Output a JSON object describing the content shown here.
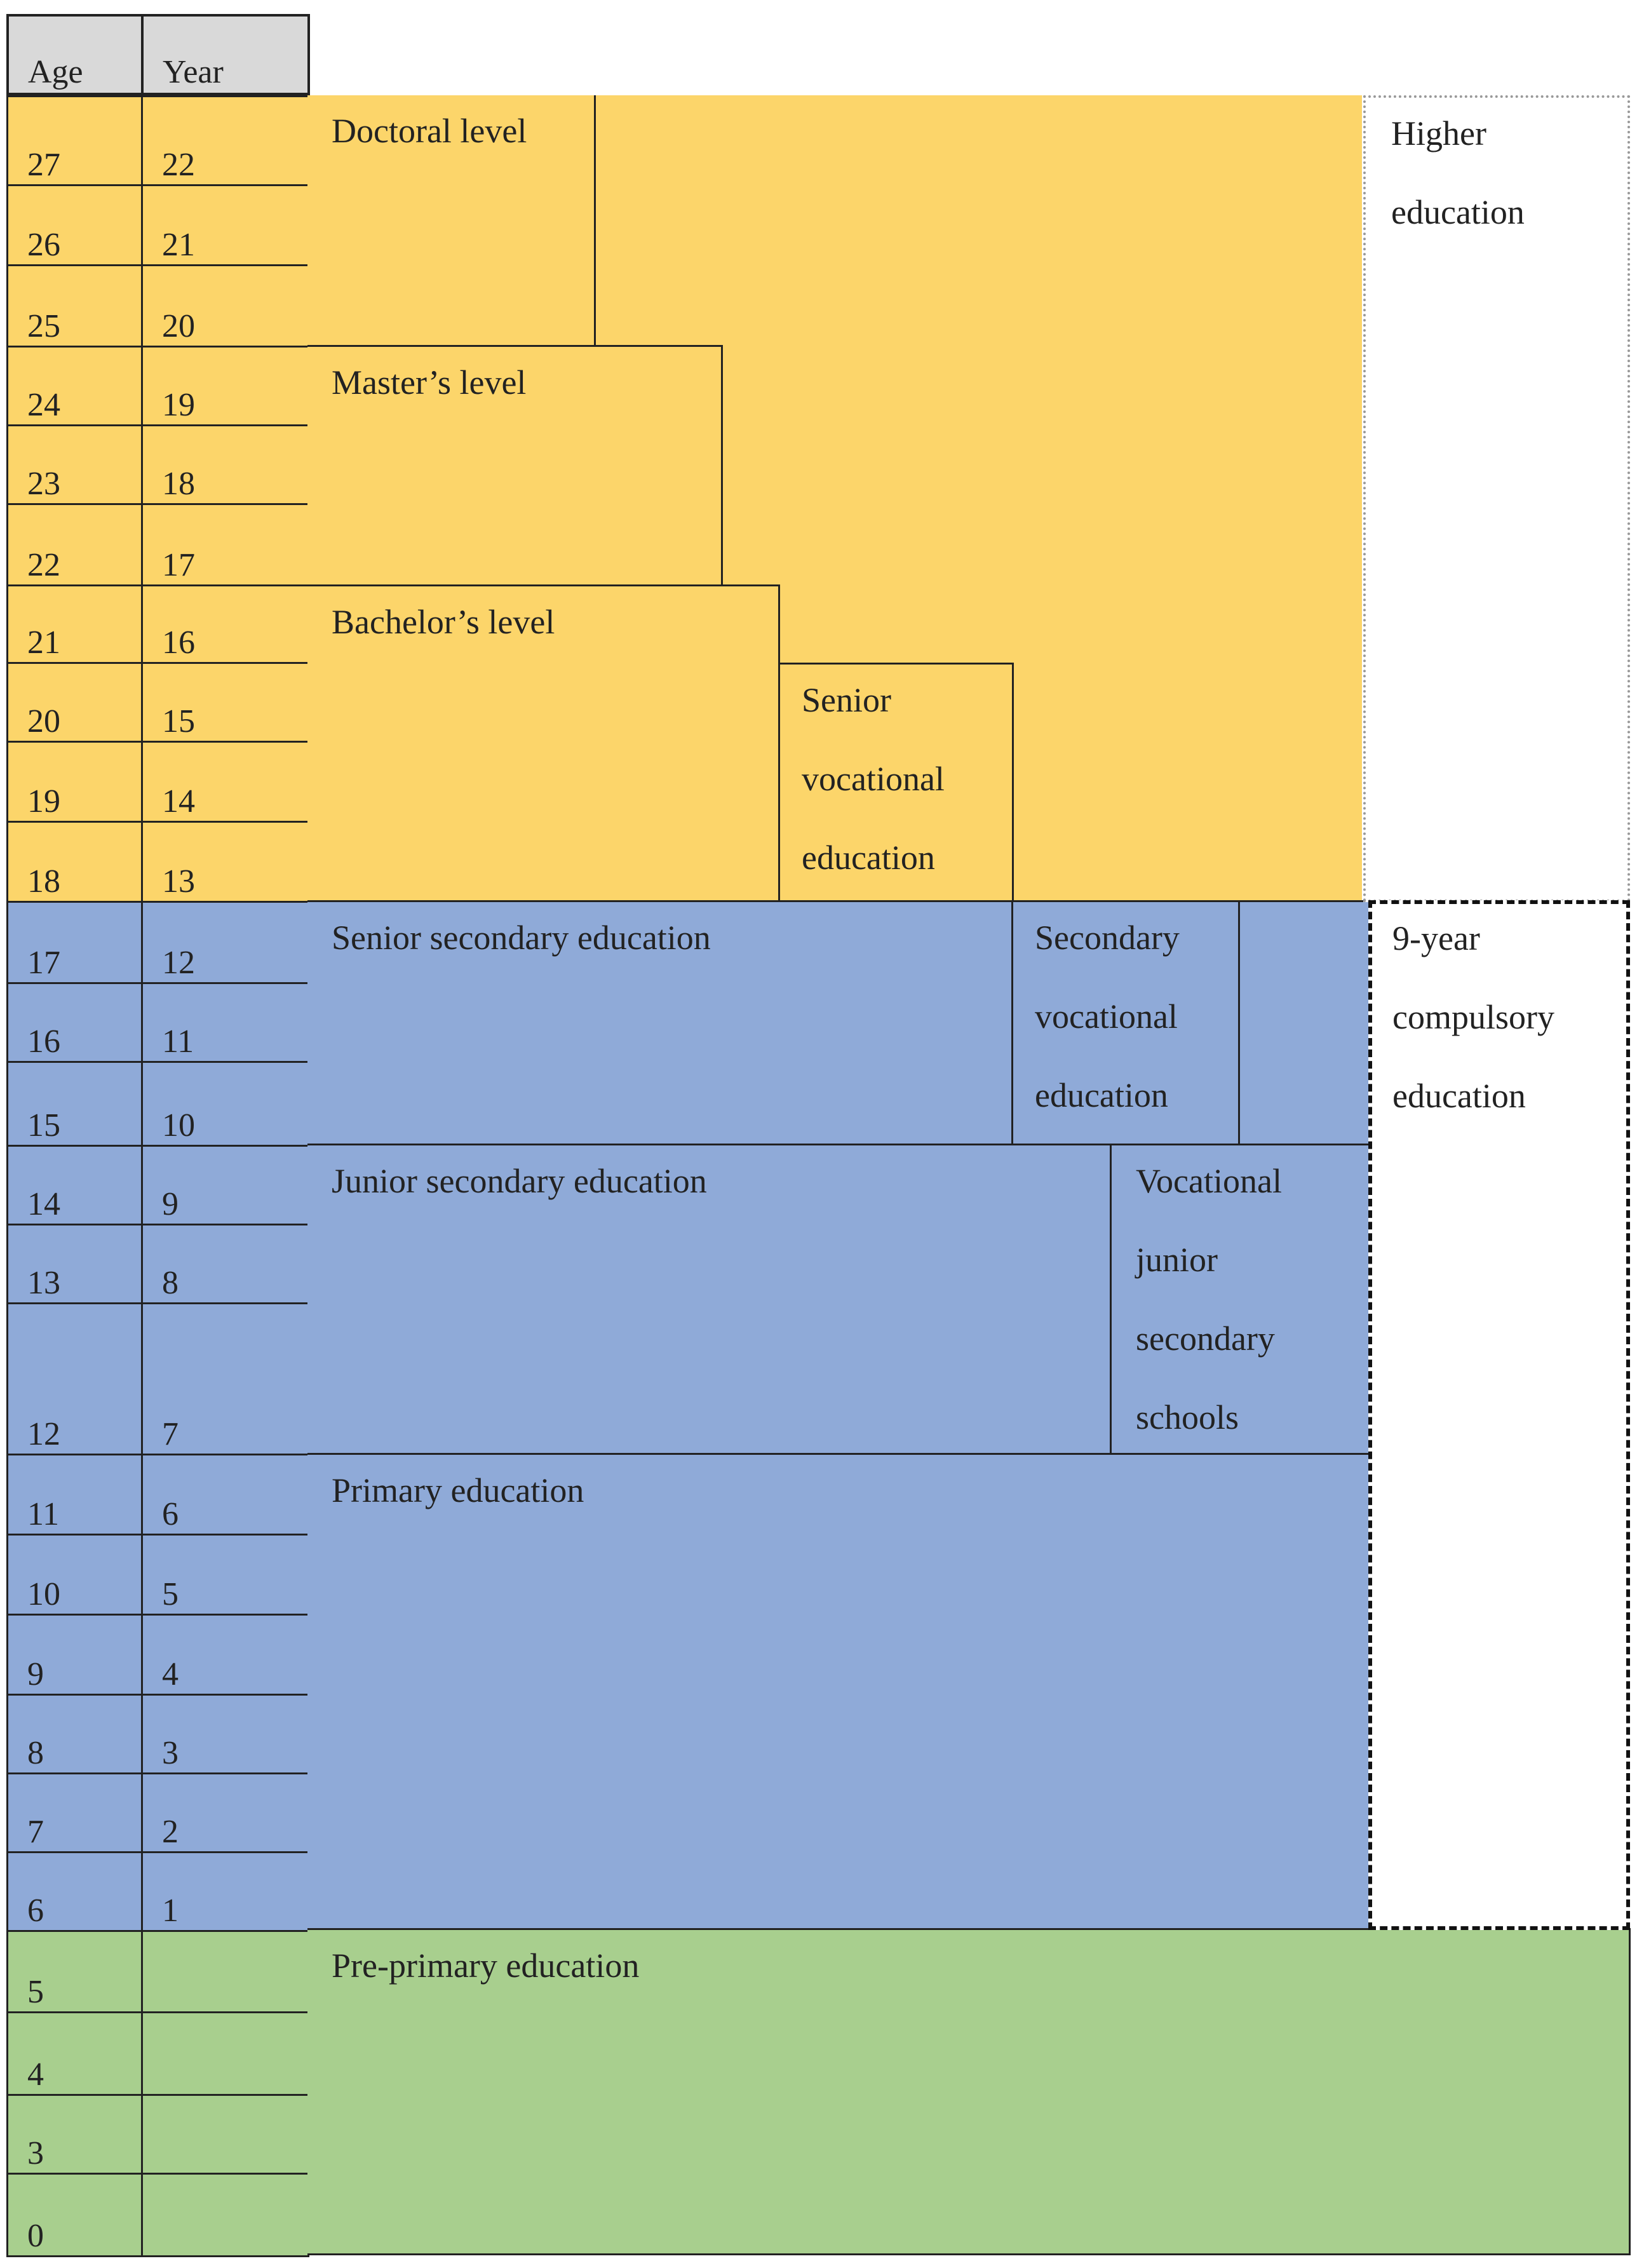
{
  "headers": {
    "age": "Age",
    "year": "Year"
  },
  "rows": [
    {
      "age": "27",
      "year": "22",
      "band": "yellow"
    },
    {
      "age": "26",
      "year": "21",
      "band": "yellow"
    },
    {
      "age": "25",
      "year": "20",
      "band": "yellow"
    },
    {
      "age": "24",
      "year": "19",
      "band": "yellow"
    },
    {
      "age": "23",
      "year": "18",
      "band": "yellow"
    },
    {
      "age": "22",
      "year": "17",
      "band": "yellow"
    },
    {
      "age": "21",
      "year": "16",
      "band": "yellow"
    },
    {
      "age": "20",
      "year": "15",
      "band": "yellow"
    },
    {
      "age": "19",
      "year": "14",
      "band": "yellow"
    },
    {
      "age": "18",
      "year": "13",
      "band": "yellow"
    },
    {
      "age": "17",
      "year": "12",
      "band": "blue"
    },
    {
      "age": "16",
      "year": "11",
      "band": "blue"
    },
    {
      "age": "15",
      "year": "10",
      "band": "blue"
    },
    {
      "age": "14",
      "year": "9",
      "band": "blue"
    },
    {
      "age": "13",
      "year": "8",
      "band": "blue"
    },
    {
      "age": "12",
      "year": "7",
      "band": "blue"
    },
    {
      "age": "11",
      "year": "6",
      "band": "blue"
    },
    {
      "age": "10",
      "year": "5",
      "band": "blue"
    },
    {
      "age": "9",
      "year": "4",
      "band": "blue"
    },
    {
      "age": "8",
      "year": "3",
      "band": "blue"
    },
    {
      "age": "7",
      "year": "2",
      "band": "blue"
    },
    {
      "age": "6",
      "year": "1",
      "band": "blue"
    },
    {
      "age": "5",
      "year": "",
      "band": "green"
    },
    {
      "age": "4",
      "year": "",
      "band": "green"
    },
    {
      "age": "3",
      "year": "",
      "band": "green"
    },
    {
      "age": "0",
      "year": "",
      "band": "green"
    }
  ],
  "levels": {
    "doctoral": "Doctoral level",
    "masters": "Master’s level",
    "bachelors": "Bachelor’s level",
    "senior_vocational": "Senior\nvocational\neducation",
    "senior_secondary": "Senior secondary education",
    "secondary_vocational": "Secondary\nvocational\neducation",
    "junior_secondary": "Junior secondary education",
    "vocational_junior": "Vocational\njunior\nsecondary\nschools",
    "primary": "Primary education",
    "pre_primary": "Pre-primary education"
  },
  "brackets": {
    "higher": "Higher\neducation",
    "compulsory": "9-year\ncompulsory\neducation"
  },
  "colors": {
    "higher_education": "#fcd56a",
    "school_education": "#8faad8",
    "pre_primary": "#a8cf8e",
    "header": "#d9d9d9"
  }
}
